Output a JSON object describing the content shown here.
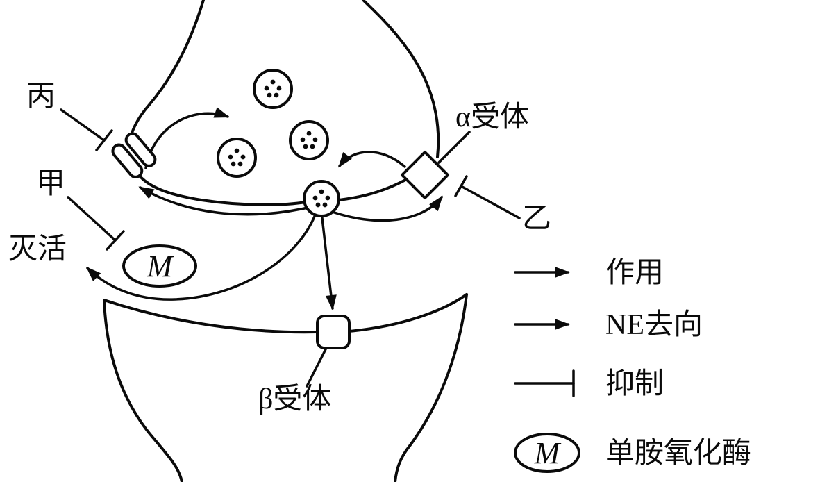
{
  "diagram": {
    "labels": {
      "bing": "丙",
      "jia": "甲",
      "miehuo": "灭活",
      "alpha_receptor": "α受体",
      "yi": "乙",
      "beta_receptor": "β受体",
      "mao_symbol": "M"
    },
    "legend": {
      "action": "作用",
      "ne_direction": "NE去向",
      "inhibition": "抑制",
      "mao": "单胺氧化酶",
      "mao_symbol": "M"
    },
    "colors": {
      "stroke": "#0a0a0a",
      "background": "#ffffff"
    }
  }
}
